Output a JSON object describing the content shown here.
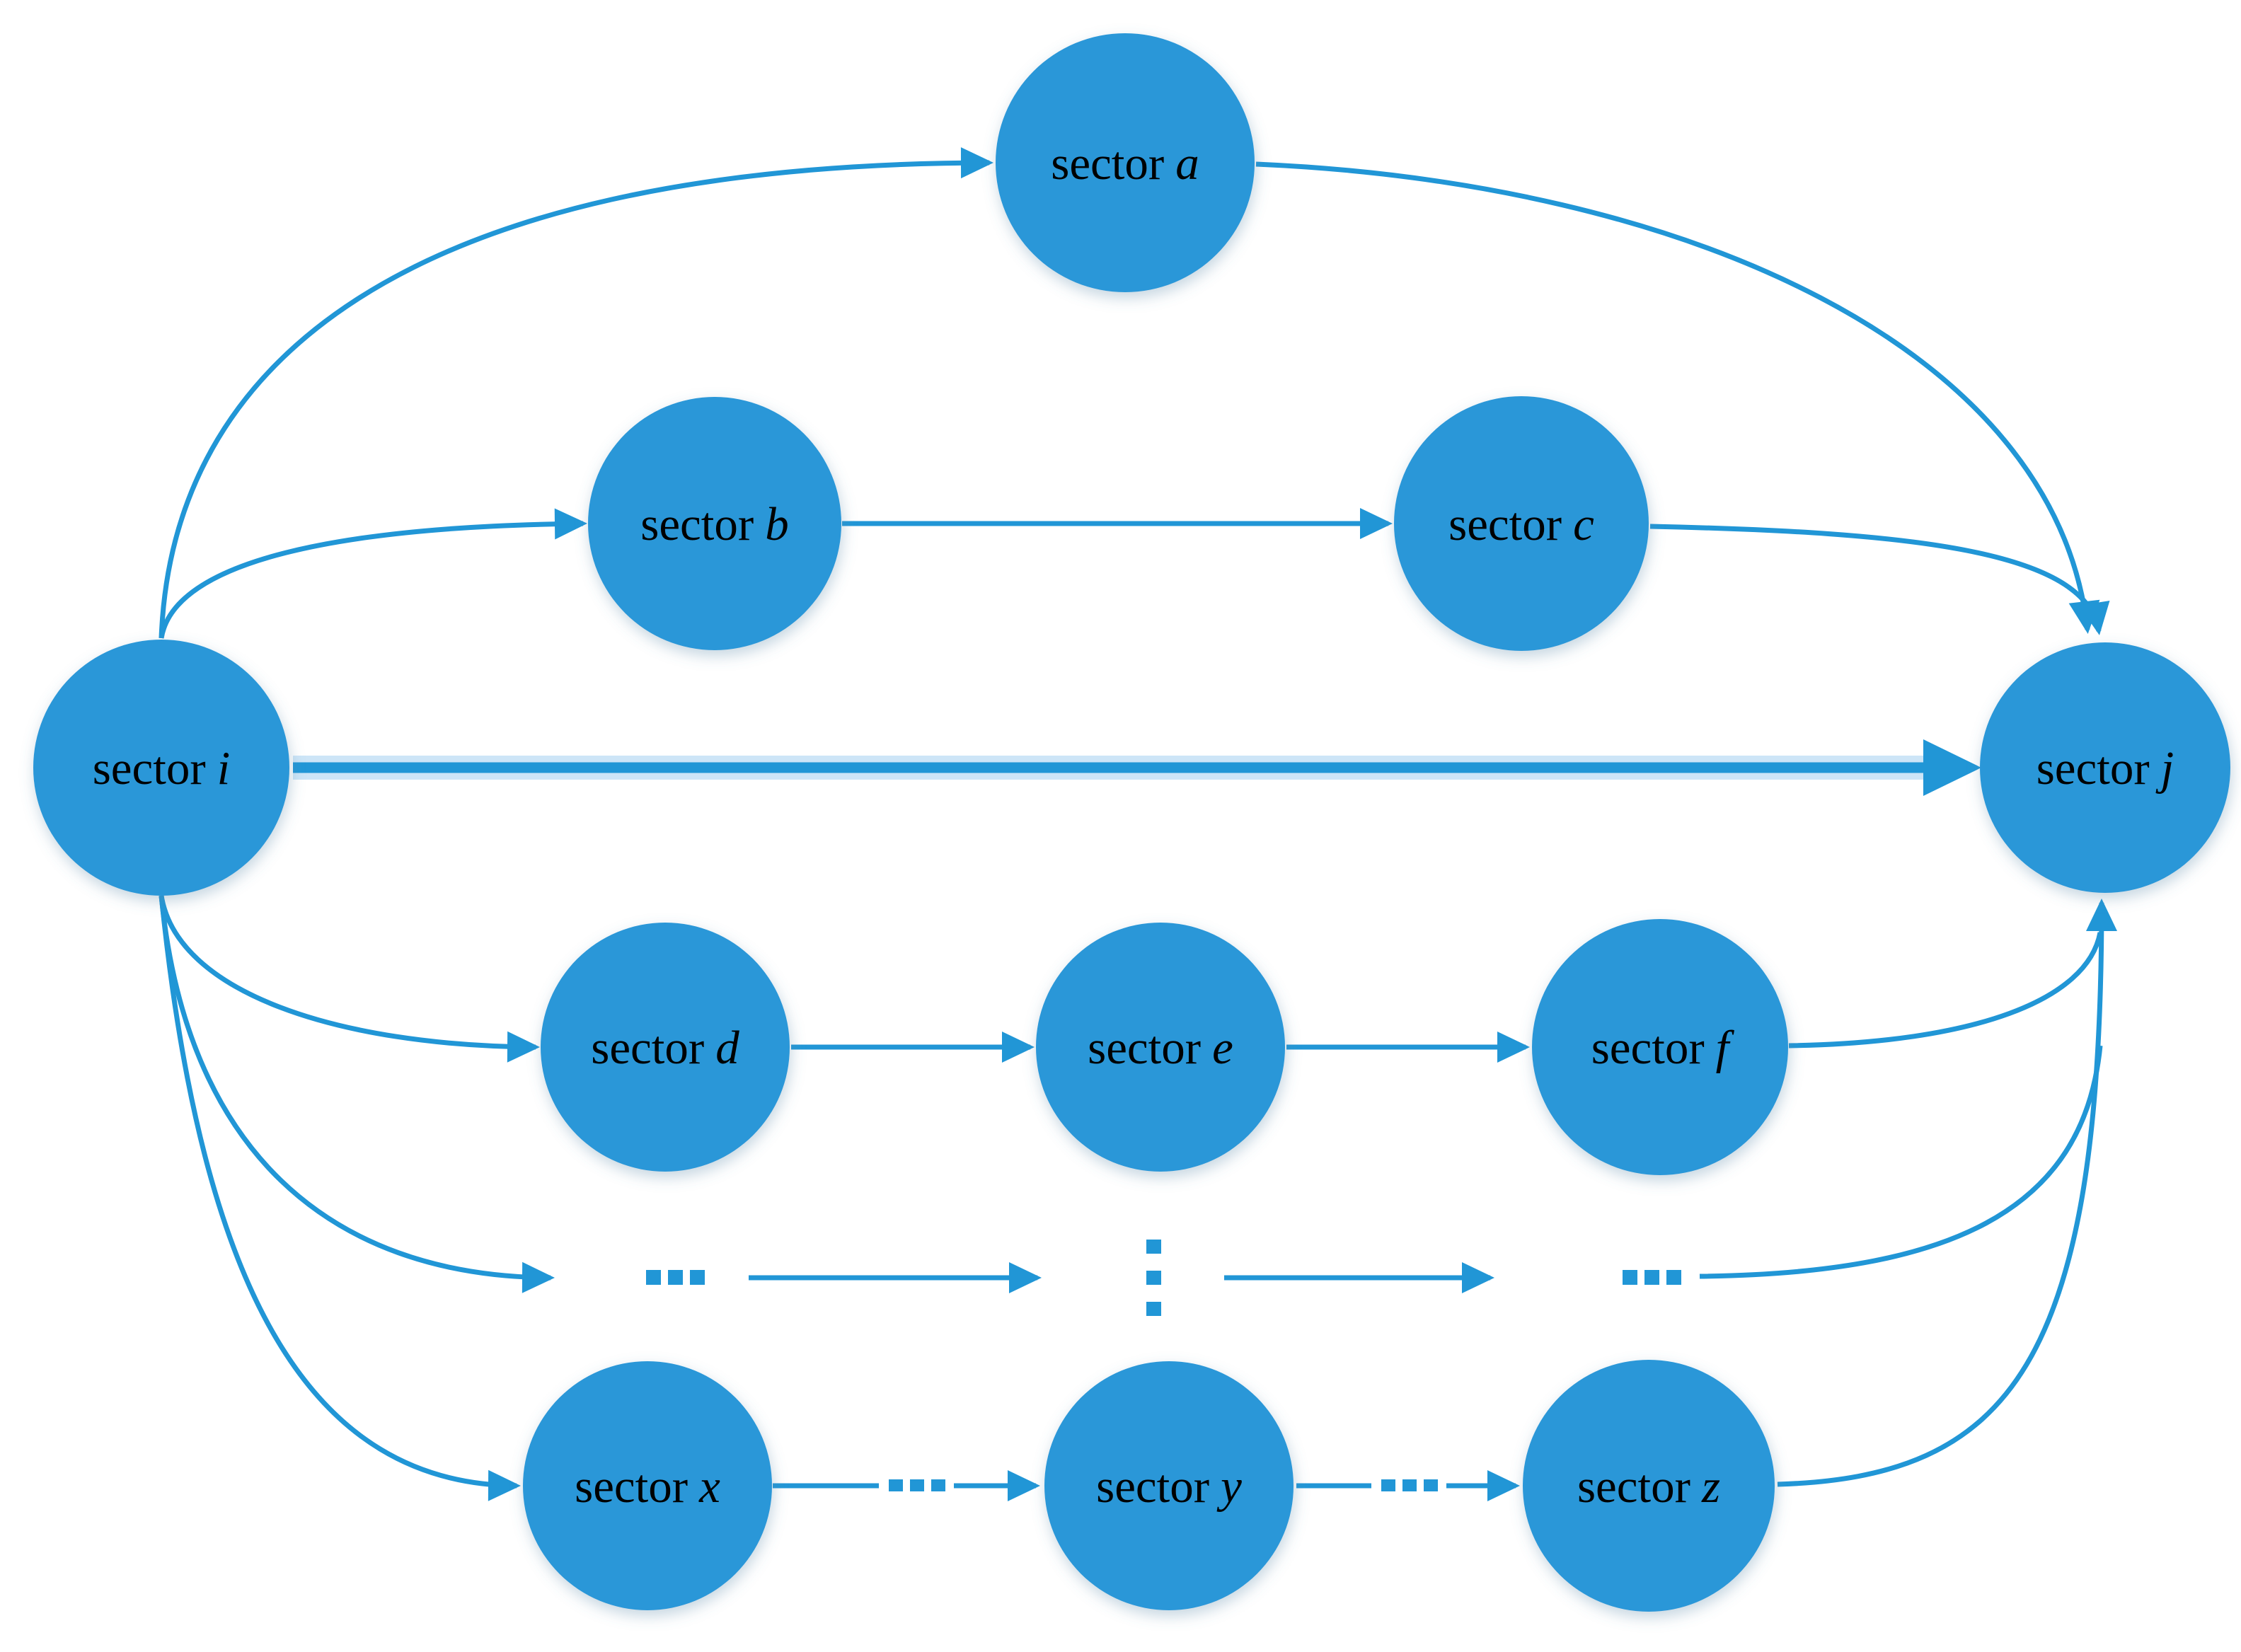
{
  "figure": {
    "type": "network-diagram",
    "description": "Sector linkage diagram: direct and indirect paths from sector i to sector j through intermediate sectors",
    "background_color": "#ffffff",
    "node_fill_color": "#2a97d8",
    "edge_color": "#2196d6",
    "thick_edge_halo_color": "#cde5f7",
    "label_color": "#000000"
  },
  "nodes": {
    "i": {
      "prefix": "sector",
      "letter": "i"
    },
    "a": {
      "prefix": "sector",
      "letter": "a"
    },
    "b": {
      "prefix": "sector",
      "letter": "b"
    },
    "c": {
      "prefix": "sector",
      "letter": "c"
    },
    "d": {
      "prefix": "sector",
      "letter": "d"
    },
    "e": {
      "prefix": "sector",
      "letter": "e"
    },
    "f": {
      "prefix": "sector",
      "letter": "f"
    },
    "x": {
      "prefix": "sector",
      "letter": "x"
    },
    "y": {
      "prefix": "sector",
      "letter": "y"
    },
    "z": {
      "prefix": "sector",
      "letter": "z"
    },
    "j": {
      "prefix": "sector",
      "letter": "j"
    }
  },
  "edges": [
    {
      "from": "sector i",
      "to": "sector a"
    },
    {
      "from": "sector a",
      "to": "sector j"
    },
    {
      "from": "sector i",
      "to": "sector b"
    },
    {
      "from": "sector b",
      "to": "sector c"
    },
    {
      "from": "sector c",
      "to": "sector j"
    },
    {
      "from": "sector i",
      "to": "sector j",
      "style": "thick-direct"
    },
    {
      "from": "sector i",
      "to": "sector d"
    },
    {
      "from": "sector d",
      "to": "sector e"
    },
    {
      "from": "sector e",
      "to": "sector f"
    },
    {
      "from": "sector f",
      "to": "sector j"
    },
    {
      "from": "sector i",
      "to": "ellipsis-chain"
    },
    {
      "from": "ellipsis-chain",
      "to": "sector j"
    },
    {
      "from": "sector i",
      "to": "sector x"
    },
    {
      "from": "sector x",
      "to": "sector y",
      "style": "dashed"
    },
    {
      "from": "sector y",
      "to": "sector z",
      "style": "dashed"
    },
    {
      "from": "sector z",
      "to": "sector j"
    }
  ],
  "symbols": {
    "horizontal_ellipsis": "...",
    "vertical_ellipsis": "⋮"
  }
}
